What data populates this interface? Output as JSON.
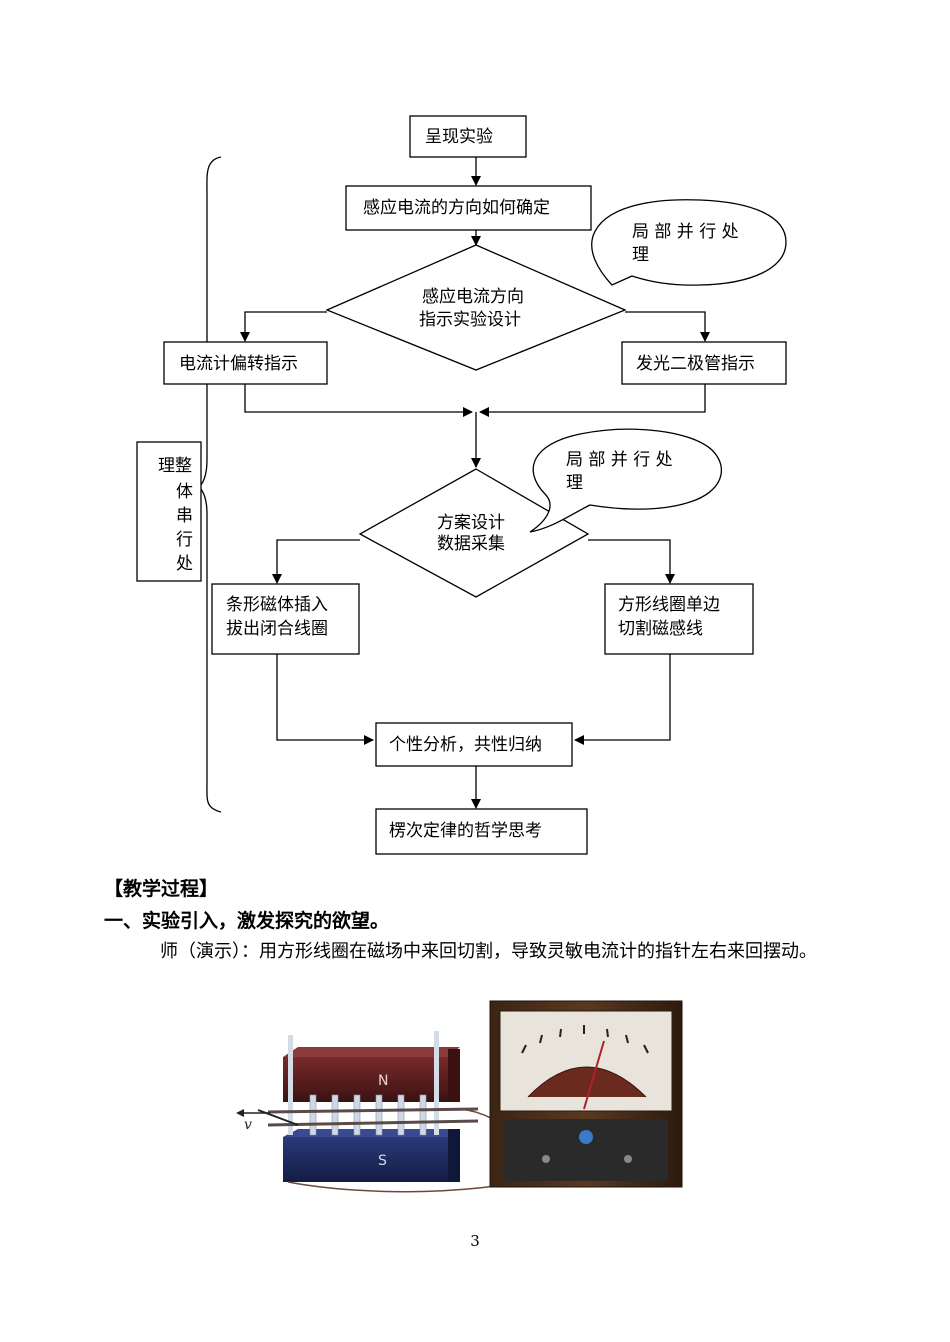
{
  "flowchart": {
    "step_present": "呈现实验",
    "step_question": "感应电流的方向如何确定",
    "callout_1": [
      "局 部 并 行 处",
      "理"
    ],
    "diamond_1": [
      "感应电流方向",
      "指示实验设计"
    ],
    "branch_left_1": "电流计偏转指示",
    "branch_right_1": "发光二极管指示",
    "callout_2": [
      "局 部 并 行 处",
      "理"
    ],
    "diamond_2": [
      "方案设计",
      "数据采集"
    ],
    "branch_left_2": [
      "条形磁体插入",
      "拔出闭合线圈"
    ],
    "branch_right_2": [
      "方形线圈单边",
      "切割磁感线"
    ],
    "step_analysis": "个性分析，共性归纳",
    "step_final": "楞次定律的哲学思考",
    "side_label": [
      "理整",
      "体",
      "串",
      "行",
      "处"
    ]
  },
  "section": {
    "heading": "【教学过程】",
    "subheading": "一、实验引入，激发探究的欲望。",
    "paragraph": "师（演示）：用方形线圈在磁场中来回切割，导致灵敏电流计的指针左右来回摆动。"
  },
  "illustration": {
    "magnet_top_label": "N",
    "magnet_bottom_label": "S",
    "velocity_label": "v"
  },
  "page_number": "3"
}
